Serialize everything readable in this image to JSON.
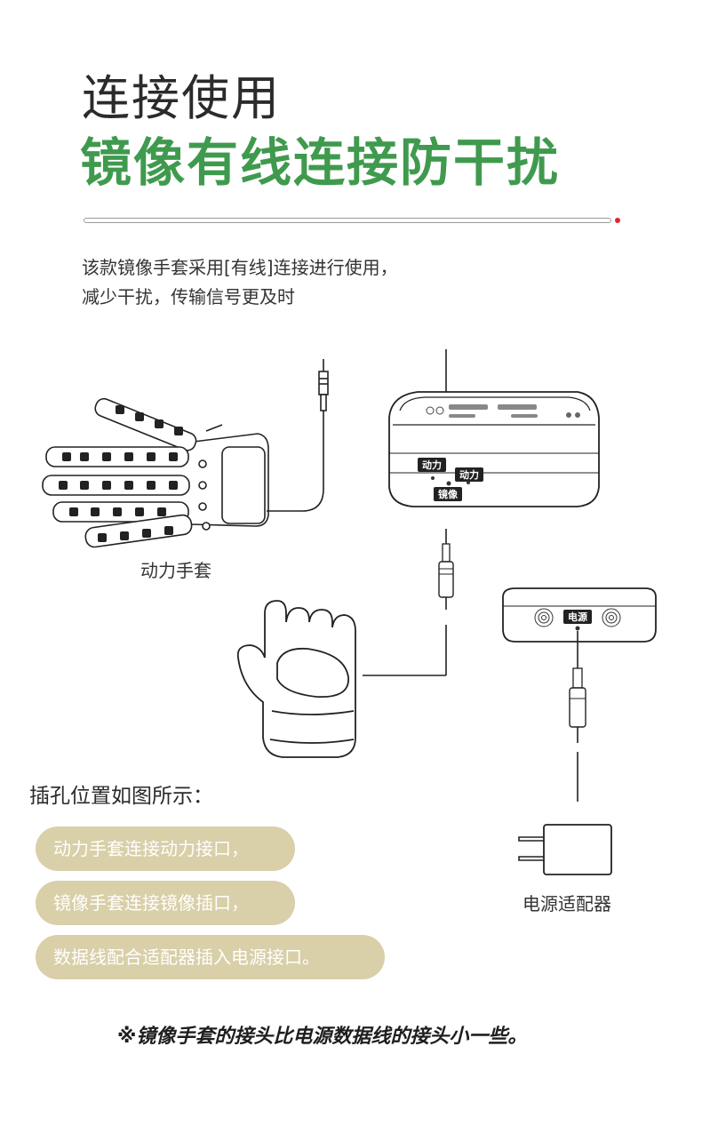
{
  "header": {
    "title": "连接使用",
    "subtitle": "镜像有线连接防干扰"
  },
  "intro": {
    "line1": "该款镜像手套采用[有线]连接进行使用，",
    "line2": "减少干扰，传输信号更及时"
  },
  "diagram": {
    "power_glove_label": "动力手套",
    "port_power_1": "动力",
    "port_power_2": "动力",
    "port_mirror": "镜像",
    "port_power_supply": "电源",
    "adapter_label": "电源适配器"
  },
  "instructions": {
    "heading": "插孔位置如图所示：",
    "items": [
      "动力手套连接动力接口，",
      "镜像手套连接镜像插口，",
      "数据线配合适配器插入电源接口。"
    ]
  },
  "footnote": "※镜像手套的接头比电源数据线的接头小一些。",
  "colors": {
    "accent_green": "#3f9a4e",
    "pill_background": "#d9cfa8",
    "divider_dot": "#e0262a"
  }
}
